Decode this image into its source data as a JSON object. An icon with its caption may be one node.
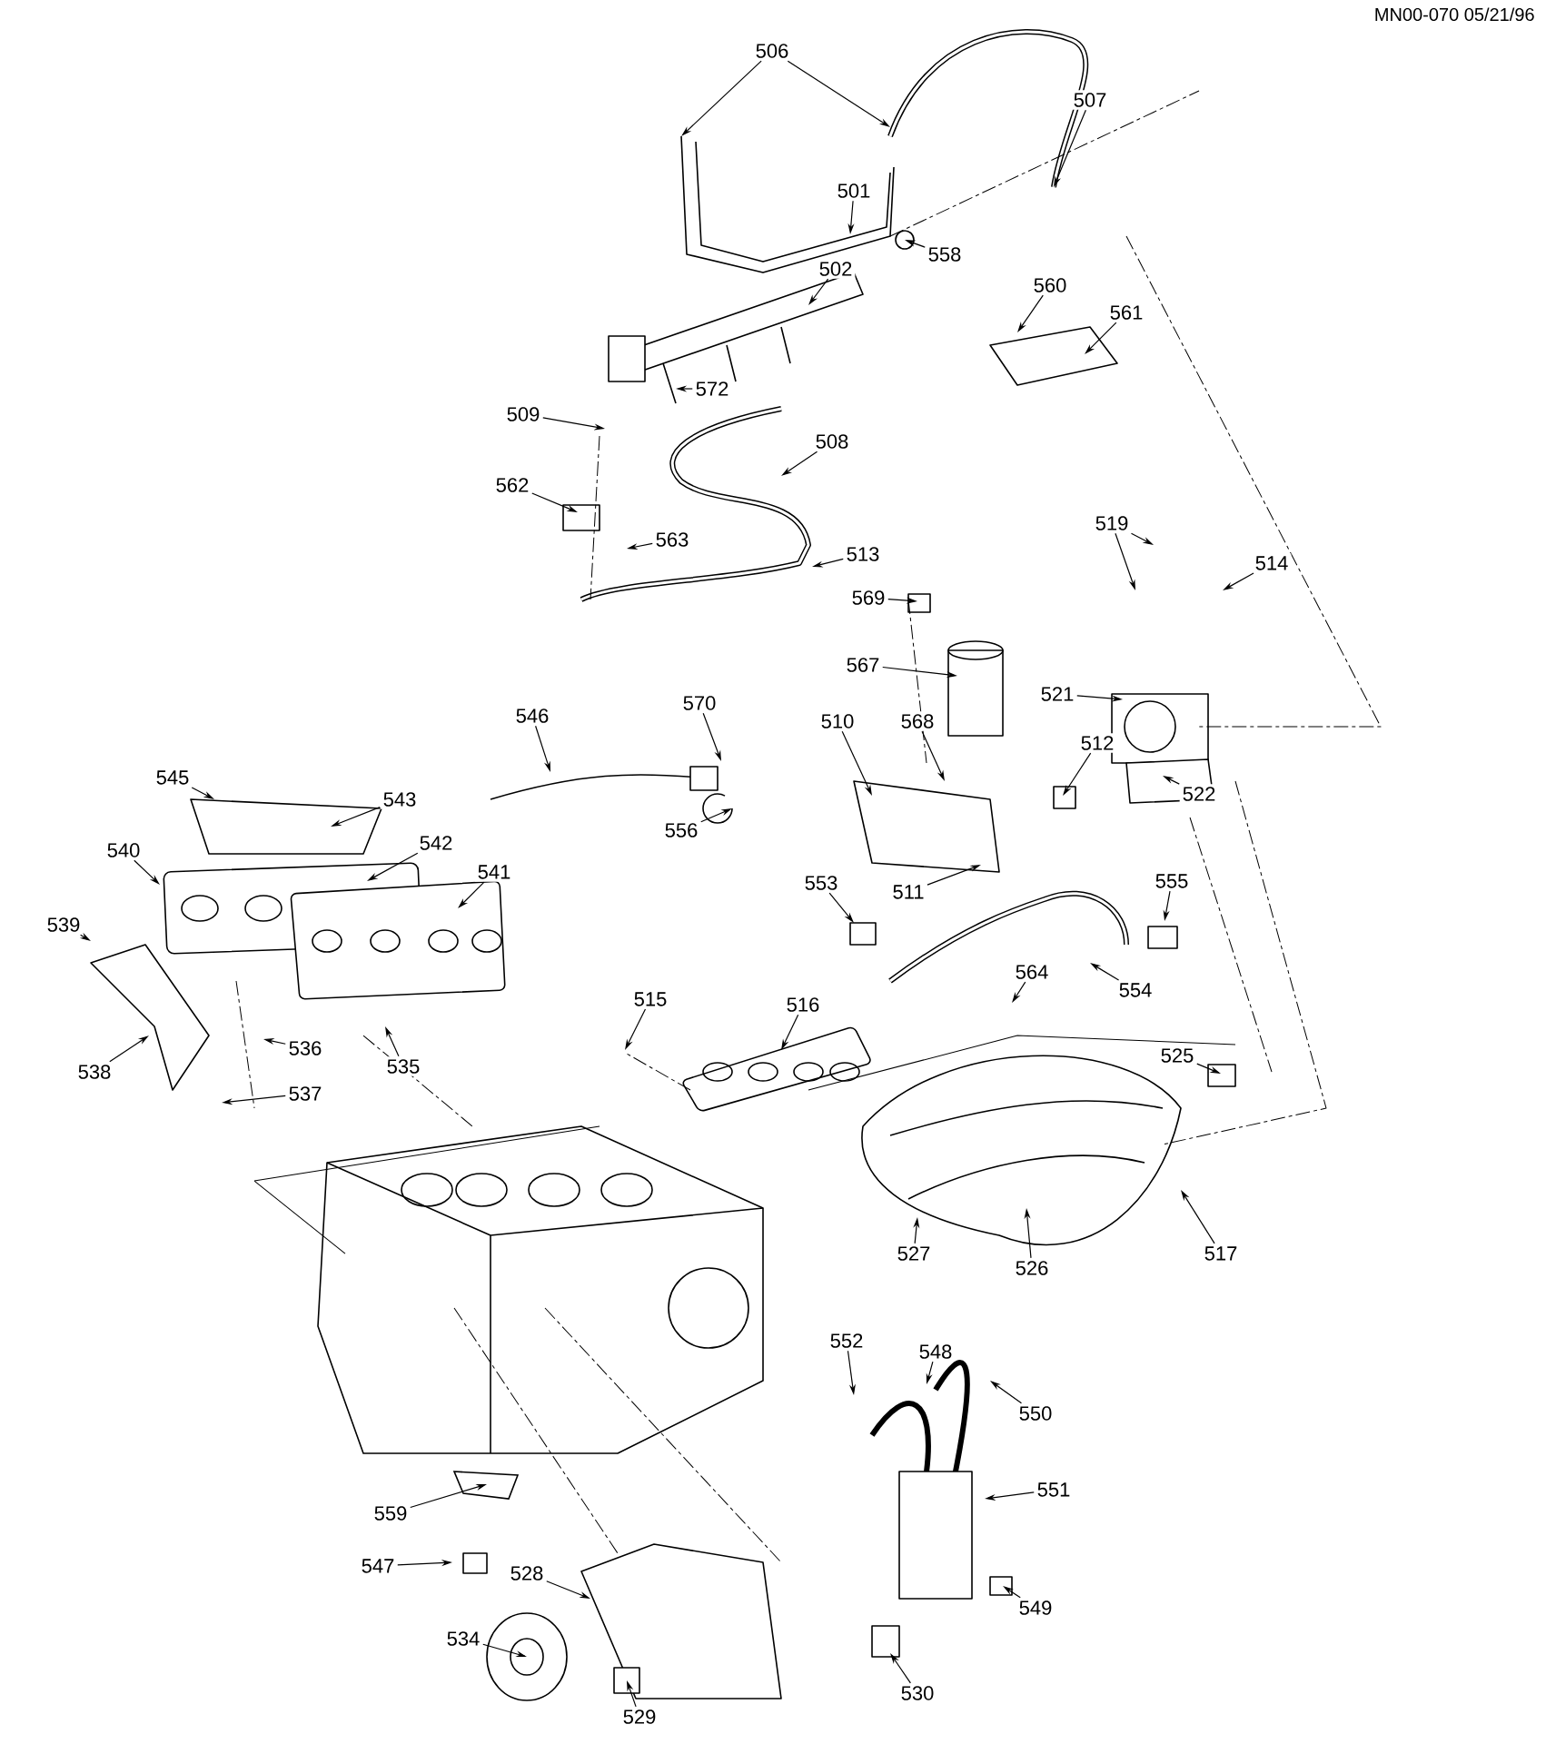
{
  "diagram": {
    "nodes": [
      {
        "text": [
          "506"
        ]
      },
      {
        "text": [
          "507"
        ]
      },
      {
        "text": [
          "501"
        ]
      },
      {
        "text": [
          "502"
        ]
      },
      {
        "text": [
          "558"
        ]
      },
      {
        "text": [
          "560"
        ]
      },
      {
        "text": [
          "561"
        ]
      },
      {
        "text": [
          "572"
        ]
      },
      {
        "text": [
          "509"
        ]
      },
      {
        "text": [
          "508"
        ]
      },
      {
        "text": [
          "562"
        ]
      },
      {
        "text": [
          "563"
        ]
      },
      {
        "text": [
          "513"
        ]
      },
      {
        "text": [
          "519"
        ]
      },
      {
        "text": [
          "514"
        ]
      },
      {
        "text": [
          "569"
        ]
      },
      {
        "text": [
          "567"
        ]
      },
      {
        "text": [
          "521"
        ]
      },
      {
        "text": [
          "546"
        ]
      },
      {
        "text": [
          "570"
        ]
      },
      {
        "text": [
          "510"
        ]
      },
      {
        "text": [
          "568"
        ]
      },
      {
        "text": [
          "512"
        ]
      },
      {
        "text": [
          "545"
        ]
      },
      {
        "text": [
          "543"
        ]
      },
      {
        "text": [
          "556"
        ]
      },
      {
        "text": [
          "522"
        ]
      },
      {
        "text": [
          "542"
        ]
      },
      {
        "text": [
          "540"
        ]
      },
      {
        "text": [
          "541"
        ]
      },
      {
        "text": [
          "511"
        ]
      },
      {
        "text": [
          "553"
        ]
      },
      {
        "text": [
          "555"
        ]
      },
      {
        "text": [
          "539"
        ]
      },
      {
        "text": [
          "554"
        ]
      },
      {
        "text": [
          "564"
        ]
      },
      {
        "text": [
          "536"
        ]
      },
      {
        "text": [
          "538"
        ]
      },
      {
        "text": [
          "515"
        ]
      },
      {
        "text": [
          "516"
        ]
      },
      {
        "text": [
          "535"
        ]
      },
      {
        "text": [
          "537"
        ]
      },
      {
        "text": [
          "525"
        ]
      },
      {
        "text": [
          "527"
        ]
      },
      {
        "text": [
          "526"
        ]
      },
      {
        "text": [
          "517"
        ]
      },
      {
        "text": [
          "552"
        ]
      },
      {
        "text": [
          "548"
        ]
      },
      {
        "text": [
          "550"
        ]
      },
      {
        "text": [
          "551"
        ]
      },
      {
        "text": [
          "559"
        ]
      },
      {
        "text": [
          "547"
        ]
      },
      {
        "text": [
          "549"
        ]
      },
      {
        "text": [
          "528"
        ]
      },
      {
        "text": [
          "534"
        ]
      },
      {
        "text": [
          "530"
        ]
      },
      {
        "text": [
          "529"
        ]
      }
    ],
    "edges": [
      {
        "from": 0,
        "to": null,
        "arrow": "to"
      },
      {
        "from": 0,
        "to": null,
        "arrow": "to"
      },
      {
        "from": 1,
        "to": null,
        "arrow": "to"
      },
      {
        "from": 2,
        "to": null,
        "arrow": "to"
      },
      {
        "from": 3,
        "to": null,
        "arrow": "to"
      },
      {
        "from": 4,
        "to": null,
        "arrow": "to"
      },
      {
        "from": 5,
        "to": null,
        "arrow": "to"
      },
      {
        "from": 6,
        "to": null,
        "arrow": "to"
      },
      {
        "from": 7,
        "to": null,
        "arrow": "to"
      },
      {
        "from": 8,
        "to": null,
        "arrow": "to"
      },
      {
        "from": 9,
        "to": null,
        "arrow": "to"
      },
      {
        "from": 10,
        "to": null,
        "arrow": "to"
      },
      {
        "from": 11,
        "to": null,
        "arrow": "to"
      },
      {
        "from": 12,
        "to": null,
        "arrow": "to"
      },
      {
        "from": 13,
        "to": null,
        "arrow": "to"
      },
      {
        "from": 13,
        "to": null,
        "arrow": "to"
      },
      {
        "from": 14,
        "to": null,
        "arrow": "to"
      },
      {
        "from": 15,
        "to": null,
        "arrow": "to"
      },
      {
        "from": 16,
        "to": null,
        "arrow": "to"
      },
      {
        "from": 17,
        "to": null,
        "arrow": "to"
      },
      {
        "from": 18,
        "to": null,
        "arrow": "to"
      },
      {
        "from": 19,
        "to": null,
        "arrow": "to"
      },
      {
        "from": 20,
        "to": null,
        "arrow": "to"
      },
      {
        "from": 21,
        "to": null,
        "arrow": "to"
      },
      {
        "from": 22,
        "to": null,
        "arrow": "to"
      },
      {
        "from": 23,
        "to": null,
        "arrow": "to"
      },
      {
        "from": 24,
        "to": null,
        "arrow": "to"
      },
      {
        "from": 25,
        "to": null,
        "arrow": "to"
      },
      {
        "from": 26,
        "to": null,
        "arrow": "to"
      },
      {
        "from": 27,
        "to": null,
        "arrow": "to"
      },
      {
        "from": 28,
        "to": null,
        "arrow": "to"
      },
      {
        "from": 29,
        "to": null,
        "arrow": "to"
      },
      {
        "from": 30,
        "to": null,
        "arrow": "to"
      },
      {
        "from": 31,
        "to": null,
        "arrow": "to"
      },
      {
        "from": 32,
        "to": null,
        "arrow": "to"
      },
      {
        "from": 33,
        "to": null,
        "arrow": "to"
      },
      {
        "from": 34,
        "to": null,
        "arrow": "to"
      },
      {
        "from": 35,
        "to": null,
        "arrow": "to"
      },
      {
        "from": 36,
        "to": null,
        "arrow": "to"
      },
      {
        "from": 37,
        "to": null,
        "arrow": "to"
      },
      {
        "from": 38,
        "to": null,
        "arrow": "to"
      },
      {
        "from": 39,
        "to": null,
        "arrow": "to"
      },
      {
        "from": 40,
        "to": null,
        "arrow": "to"
      },
      {
        "from": 41,
        "to": null,
        "arrow": "to"
      },
      {
        "from": 42,
        "to": null,
        "arrow": "to"
      },
      {
        "from": 43,
        "to": null,
        "arrow": "to"
      },
      {
        "from": 44,
        "to": null,
        "arrow": "to"
      },
      {
        "from": 45,
        "to": null,
        "arrow": "to"
      },
      {
        "from": 46,
        "to": null,
        "arrow": "to"
      },
      {
        "from": 47,
        "to": null,
        "arrow": "to"
      },
      {
        "from": 48,
        "to": null,
        "arrow": "to"
      },
      {
        "from": 49,
        "to": null,
        "arrow": "to"
      },
      {
        "from": 50,
        "to": null,
        "arrow": "to"
      },
      {
        "from": 51,
        "to": null,
        "arrow": "to"
      },
      {
        "from": 52,
        "to": null,
        "arrow": "to"
      },
      {
        "from": 53,
        "to": null,
        "arrow": "to"
      },
      {
        "from": 54,
        "to": null,
        "arrow": "to"
      },
      {
        "from": 55,
        "to": null,
        "arrow": "to"
      },
      {
        "from": 56,
        "to": null,
        "arrow": "to"
      }
    ],
    "labels": [
      "MN00-070 05/21/96"
    ]
  }
}
